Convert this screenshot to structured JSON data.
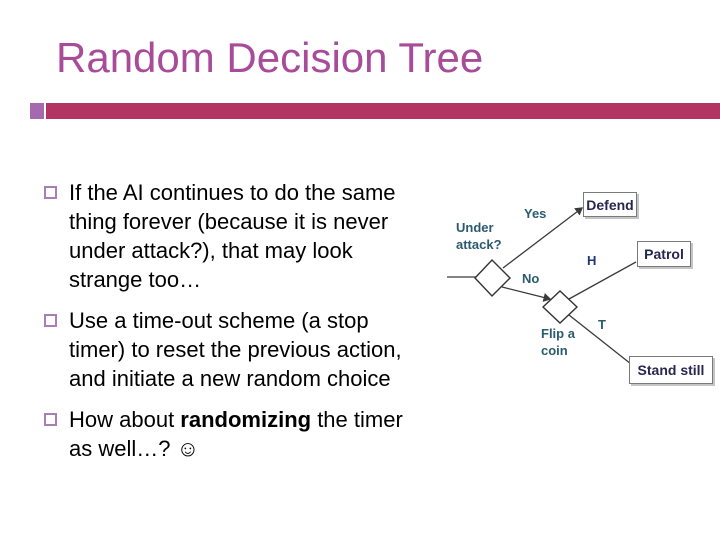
{
  "colors": {
    "title": "#A84C9A",
    "accent_bar": "#B23462",
    "accent_square": "#A569AE",
    "bullet_marker": "#A87FB5",
    "edge_label": "#2A5B70",
    "h_label": "#1F3577",
    "node_text": "#26264F"
  },
  "slide": {
    "title": "Random Decision Tree"
  },
  "bullets": [
    {
      "segments": [
        {
          "text": "If the AI continues to do the same\nthing forever (because it is never\nunder attack?), that may look\nstrange too…",
          "bold": false
        }
      ]
    },
    {
      "segments": [
        {
          "text": "Use a time-out scheme (a stop\ntimer) to reset the previous action,\nand initiate a new random choice",
          "bold": false
        }
      ]
    },
    {
      "segments": [
        {
          "text": "How about ",
          "bold": false
        },
        {
          "text": "randomizing",
          "bold": true
        },
        {
          "text": " the timer\nas well…? ☺",
          "bold": false
        }
      ]
    }
  ],
  "diagram": {
    "root_question": "Under attack?",
    "chance_label": "Flip a coin",
    "edge_labels": {
      "yes": "Yes",
      "no": "No",
      "heads": "H",
      "tails": "T"
    },
    "nodes": {
      "defend": "Defend",
      "patrol": "Patrol",
      "stand_still": "Stand still"
    }
  }
}
